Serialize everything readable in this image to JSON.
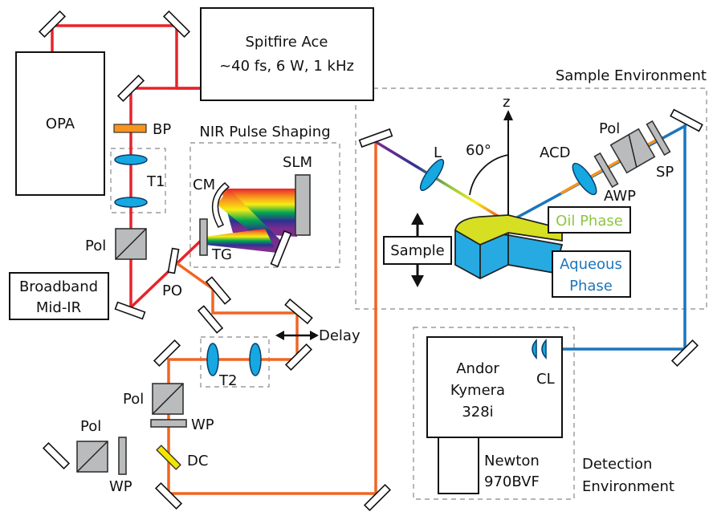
{
  "laser": {
    "name": "Spitfire Ace",
    "specs": "~40 fs, 6 W, 1 kHz"
  },
  "opa": "OPA",
  "broadband": {
    "line1": "Broadband",
    "line2": "Mid-IR"
  },
  "nir_shaping": {
    "title": "NIR Pulse Shaping",
    "slm": "SLM",
    "cm": "CM",
    "tg": "TG"
  },
  "labels": {
    "bp": "BP",
    "t1": "T1",
    "t2": "T2",
    "pol": "Pol",
    "po": "PO",
    "delay": "Delay",
    "wp": "WP",
    "dc": "DC",
    "l": "L",
    "angle": "60°",
    "z": "z",
    "acd": "ACD",
    "awp": "AWP",
    "sp": "SP",
    "cl": "CL"
  },
  "sample_env": {
    "title": "Sample Environment",
    "sample": "Sample",
    "oil": "Oil Phase",
    "aqueous_1": "Aqueous",
    "aqueous_2": "Phase"
  },
  "detection": {
    "title_1": "Detection",
    "title_2": "Environment",
    "spectrometer_1": "Andor",
    "spectrometer_2": "Kymera",
    "spectrometer_3": "328i",
    "camera_1": "Newton",
    "camera_2": "970BVF"
  },
  "colors": {
    "nir": "#e8232a",
    "orange": "#f26522",
    "blue": "#1b75bc",
    "oil": "#d7df23",
    "oil_text": "#8dc63f",
    "aqueous": "#27aae1",
    "lens": "#16a8e0"
  }
}
